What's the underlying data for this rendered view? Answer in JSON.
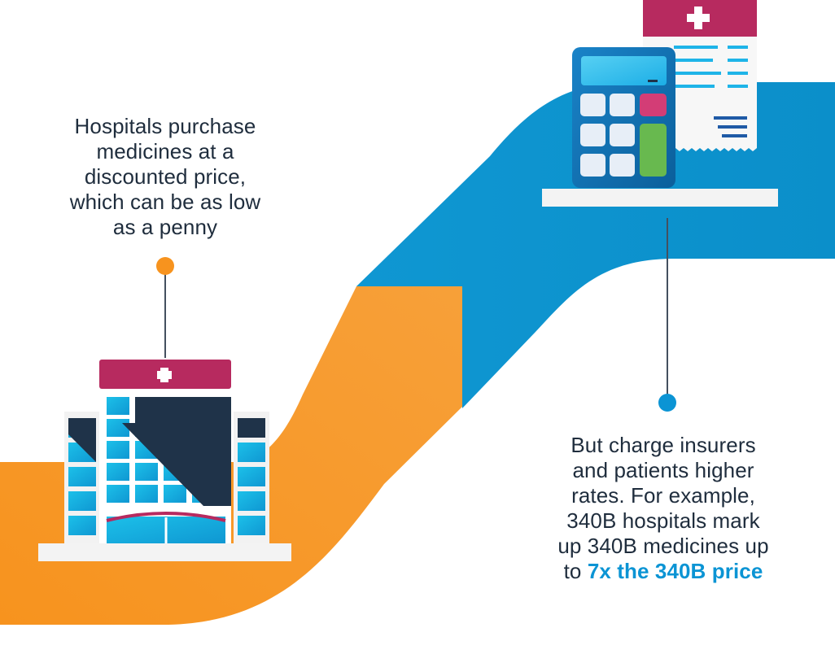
{
  "left_text": {
    "lines": [
      "Hospitals purchase",
      "medicines at a",
      "discounted price,",
      "which can be as low",
      "as a penny"
    ]
  },
  "right_text": {
    "lines": [
      "But charge insurers",
      "and patients higher",
      "rates. For example,",
      "340B hospitals mark",
      "up 340B medicines up"
    ],
    "last_line_prefix": "to",
    "highlight": "7x the 340B price"
  },
  "colors": {
    "orange": "#f7931e",
    "blue": "#0b94d4",
    "navy": "#1f3349",
    "accent": "#b72a5f"
  }
}
